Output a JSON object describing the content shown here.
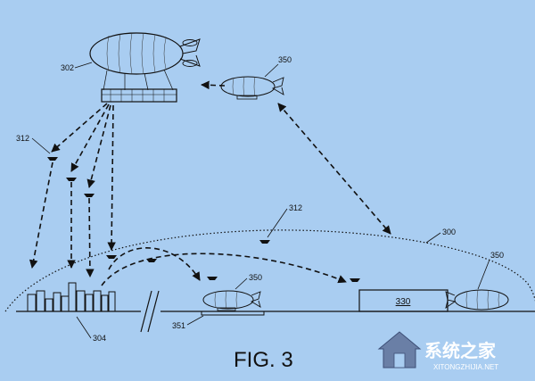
{
  "figure": {
    "caption": "FIG. 3"
  },
  "labels": {
    "airship_main": "302",
    "airship_shuttle_top": "350",
    "drones_left": "312",
    "drones_mid": "312",
    "boundary": "300",
    "shuttle_landed": "350",
    "shuttle_right": "350",
    "pad": "351",
    "buildings": "304",
    "facility": "330"
  },
  "watermark": {
    "title": "系统之家",
    "subtitle": "XITONGZHIJIA.NET"
  },
  "colors": {
    "background": "#a9cdf1",
    "ink": "#111111",
    "watermark": "#6a7fa6"
  },
  "icons": {
    "airship": "blimp-icon",
    "drone": "drone-icon",
    "watermark_logo": "house-logo-icon"
  }
}
